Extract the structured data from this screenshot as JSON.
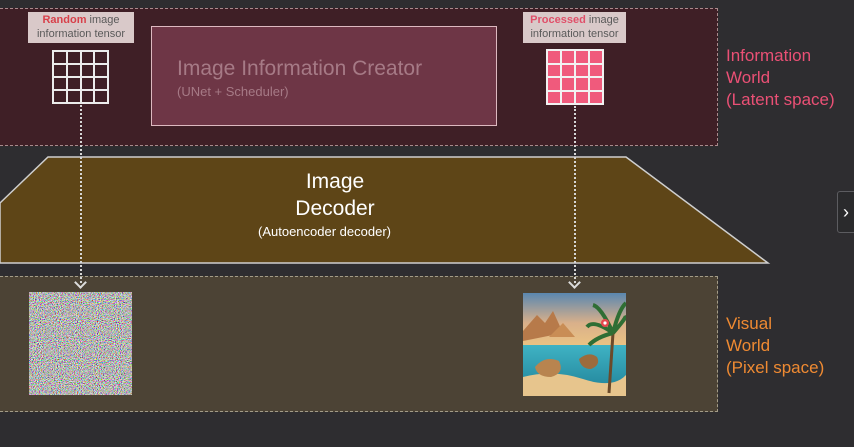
{
  "random_tag": {
    "strong": "Random",
    "rest": " image",
    "line2": "information tensor"
  },
  "processed_tag": {
    "strong": "Processed",
    "rest": " image",
    "line2": "information tensor"
  },
  "creator": {
    "title": "Image Information Creator",
    "subtitle": "(UNet + Scheduler)"
  },
  "decoder": {
    "line1": "Image",
    "line2": "Decoder",
    "subtitle": "(Autoencoder decoder)"
  },
  "info_world": {
    "line1": "Information",
    "line2": "World",
    "line3": "(Latent space)"
  },
  "visual_world": {
    "line1": "Visual",
    "line2": "World",
    "line3": "(Pixel space)"
  },
  "colors": {
    "info_accent": "#ea5075",
    "visual_accent": "#ef8a32",
    "decoder_fill": "#5e4517",
    "processed_tensor": "#f05a7c"
  },
  "icons": {
    "next": "chevron-right-icon"
  }
}
